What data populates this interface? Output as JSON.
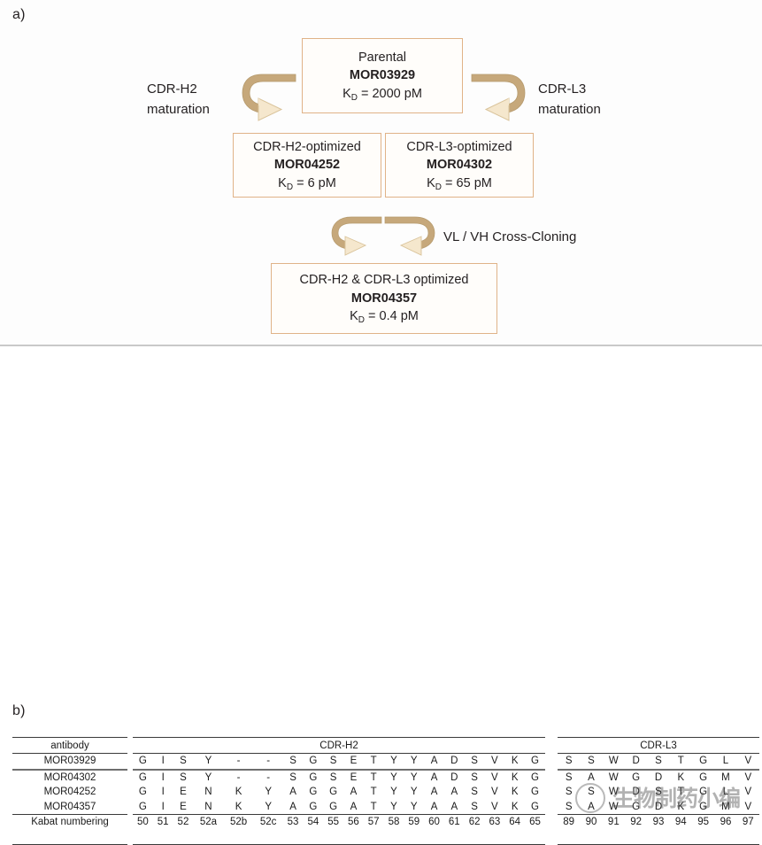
{
  "panel_a": {
    "label": "a)",
    "boxes": {
      "parental": {
        "line1": "Parental",
        "line2": "MOR03929",
        "kd_prefix": "K",
        "kd_sub": "D",
        "kd_value": " = 2000 pM"
      },
      "h2_optimized": {
        "line1": "CDR-H2-optimized",
        "line2": "MOR04252",
        "kd_prefix": "K",
        "kd_sub": "D",
        "kd_value": " = 6 pM"
      },
      "l3_optimized": {
        "line1": "CDR-L3-optimized",
        "line2": "MOR04302",
        "kd_prefix": "K",
        "kd_sub": "D",
        "kd_value": " = 65 pM"
      },
      "both_optimized": {
        "line1": "CDR-H2 & CDR-L3 optimized",
        "line2": "MOR04357",
        "kd_prefix": "K",
        "kd_sub": "D",
        "kd_value": " = 0.4 pM"
      }
    },
    "annotations": {
      "left_maturation_line1": "CDR-H2",
      "left_maturation_line2": "maturation",
      "right_maturation_line1": "CDR-L3",
      "right_maturation_line2": "maturation",
      "cross_cloning": "VL / VH Cross-Cloning"
    },
    "colors": {
      "box_border": "#e0b388",
      "box_fill": "#fffdfa",
      "arrow_dark": "#c9ab7e",
      "arrow_light": "#f2e3c8"
    }
  },
  "panel_b": {
    "label": "b)",
    "antibody_header": "antibody",
    "kabat_label": "Kabat numbering",
    "groups": [
      {
        "name": "CDR-H2",
        "kabat": [
          "50",
          "51",
          "52",
          "52a",
          "52b",
          "52c",
          "53",
          "54",
          "55",
          "56",
          "57",
          "58",
          "59",
          "60",
          "61",
          "62",
          "63",
          "64",
          "65"
        ],
        "rows": [
          {
            "antibody": "MOR03929",
            "residues": [
              "G",
              "I",
              "S",
              "Y",
              "-",
              "-",
              "S",
              "G",
              "S",
              "E",
              "T",
              "Y",
              "Y",
              "A",
              "D",
              "S",
              "V",
              "K",
              "G"
            ]
          },
          {
            "antibody": "MOR04302",
            "residues": [
              "G",
              "I",
              "S",
              "Y",
              "-",
              "-",
              "S",
              "G",
              "S",
              "E",
              "T",
              "Y",
              "Y",
              "A",
              "D",
              "S",
              "V",
              "K",
              "G"
            ]
          },
          {
            "antibody": "MOR04252",
            "residues": [
              "G",
              "I",
              "E",
              "N",
              "K",
              "Y",
              "A",
              "G",
              "G",
              "A",
              "T",
              "Y",
              "Y",
              "A",
              "A",
              "S",
              "V",
              "K",
              "G"
            ]
          },
          {
            "antibody": "MOR04357",
            "residues": [
              "G",
              "I",
              "E",
              "N",
              "K",
              "Y",
              "A",
              "G",
              "G",
              "A",
              "T",
              "Y",
              "Y",
              "A",
              "A",
              "S",
              "V",
              "K",
              "G"
            ]
          }
        ]
      },
      {
        "name": "CDR-L3",
        "kabat": [
          "89",
          "90",
          "91",
          "92",
          "93",
          "94",
          "95",
          "96",
          "97"
        ],
        "rows": [
          {
            "antibody": "MOR03929",
            "residues": [
              "S",
              "S",
              "W",
              "D",
              "S",
              "T",
              "G",
              "L",
              "V"
            ]
          },
          {
            "antibody": "MOR04302",
            "residues": [
              "S",
              "A",
              "W",
              "G",
              "D",
              "K",
              "G",
              "M",
              "V"
            ]
          },
          {
            "antibody": "MOR04252",
            "residues": [
              "S",
              "S",
              "W",
              "D",
              "S",
              "T",
              "G",
              "L",
              "V"
            ]
          },
          {
            "antibody": "MOR04357",
            "residues": [
              "S",
              "A",
              "W",
              "G",
              "D",
              "K",
              "G",
              "M",
              "V"
            ]
          }
        ]
      }
    ],
    "antibody_order": [
      "MOR03929",
      "MOR04302",
      "MOR04252",
      "MOR04357"
    ]
  },
  "watermark": {
    "text": "生物制药小编"
  }
}
